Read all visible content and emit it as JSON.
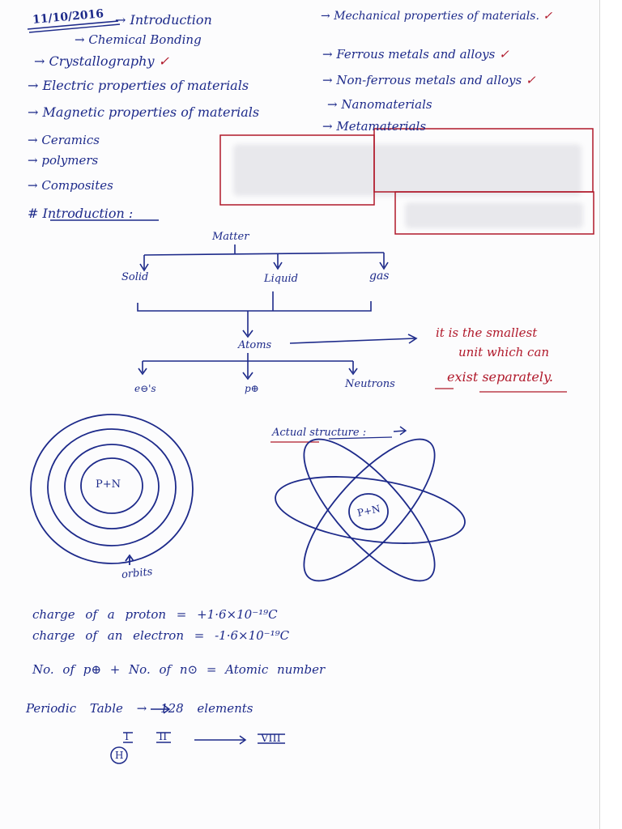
{
  "header": {
    "date": "11/10/2016"
  },
  "topics_left": [
    {
      "label": "Introduction"
    },
    {
      "label": "Chemical Bonding"
    },
    {
      "label": "Crystallography"
    },
    {
      "label": "Electric properties of materials"
    },
    {
      "label": "Magnetic properties of materials"
    },
    {
      "label": "Ceramics"
    },
    {
      "label": "polymers"
    },
    {
      "label": "Composites"
    }
  ],
  "topics_right": [
    {
      "label": "Mechanical properties of materials."
    },
    {
      "label": "Ferrous metals and alloys"
    },
    {
      "label": "Non-ferrous metals and alloys"
    },
    {
      "label": "Nanomaterials"
    },
    {
      "label": "Metamaterials"
    }
  ],
  "section": {
    "heading": "# Introduction :"
  },
  "tree": {
    "root": "Matter",
    "states": [
      "Solid",
      "Liquid",
      "gas"
    ],
    "atoms": "Atoms",
    "particles": [
      "e⊖'s",
      "p⊕",
      "Neutrons"
    ],
    "note_lines": [
      "it is the smallest",
      "unit which can",
      "exist separately."
    ]
  },
  "diagrams": {
    "nucleus_label": "P+N",
    "orbits_label": "orbits",
    "actual_structure_label": "Actual structure :",
    "actual_nucleus_label": "P+N"
  },
  "formulas": [
    "charge of a proton = +1·6×10⁻¹⁹C",
    "charge of an electron = -1·6×10⁻¹⁹C",
    "No. of p⊕ + No. of n⊙ = Atomic number"
  ],
  "periodic": {
    "line": "Periodic Table → 128 elements",
    "group_first": "I",
    "group_second": "II",
    "group_last": "VIII",
    "element": "H"
  },
  "colors": {
    "ink_blue": "#1d2a8a",
    "ink_red": "#b0182a"
  }
}
